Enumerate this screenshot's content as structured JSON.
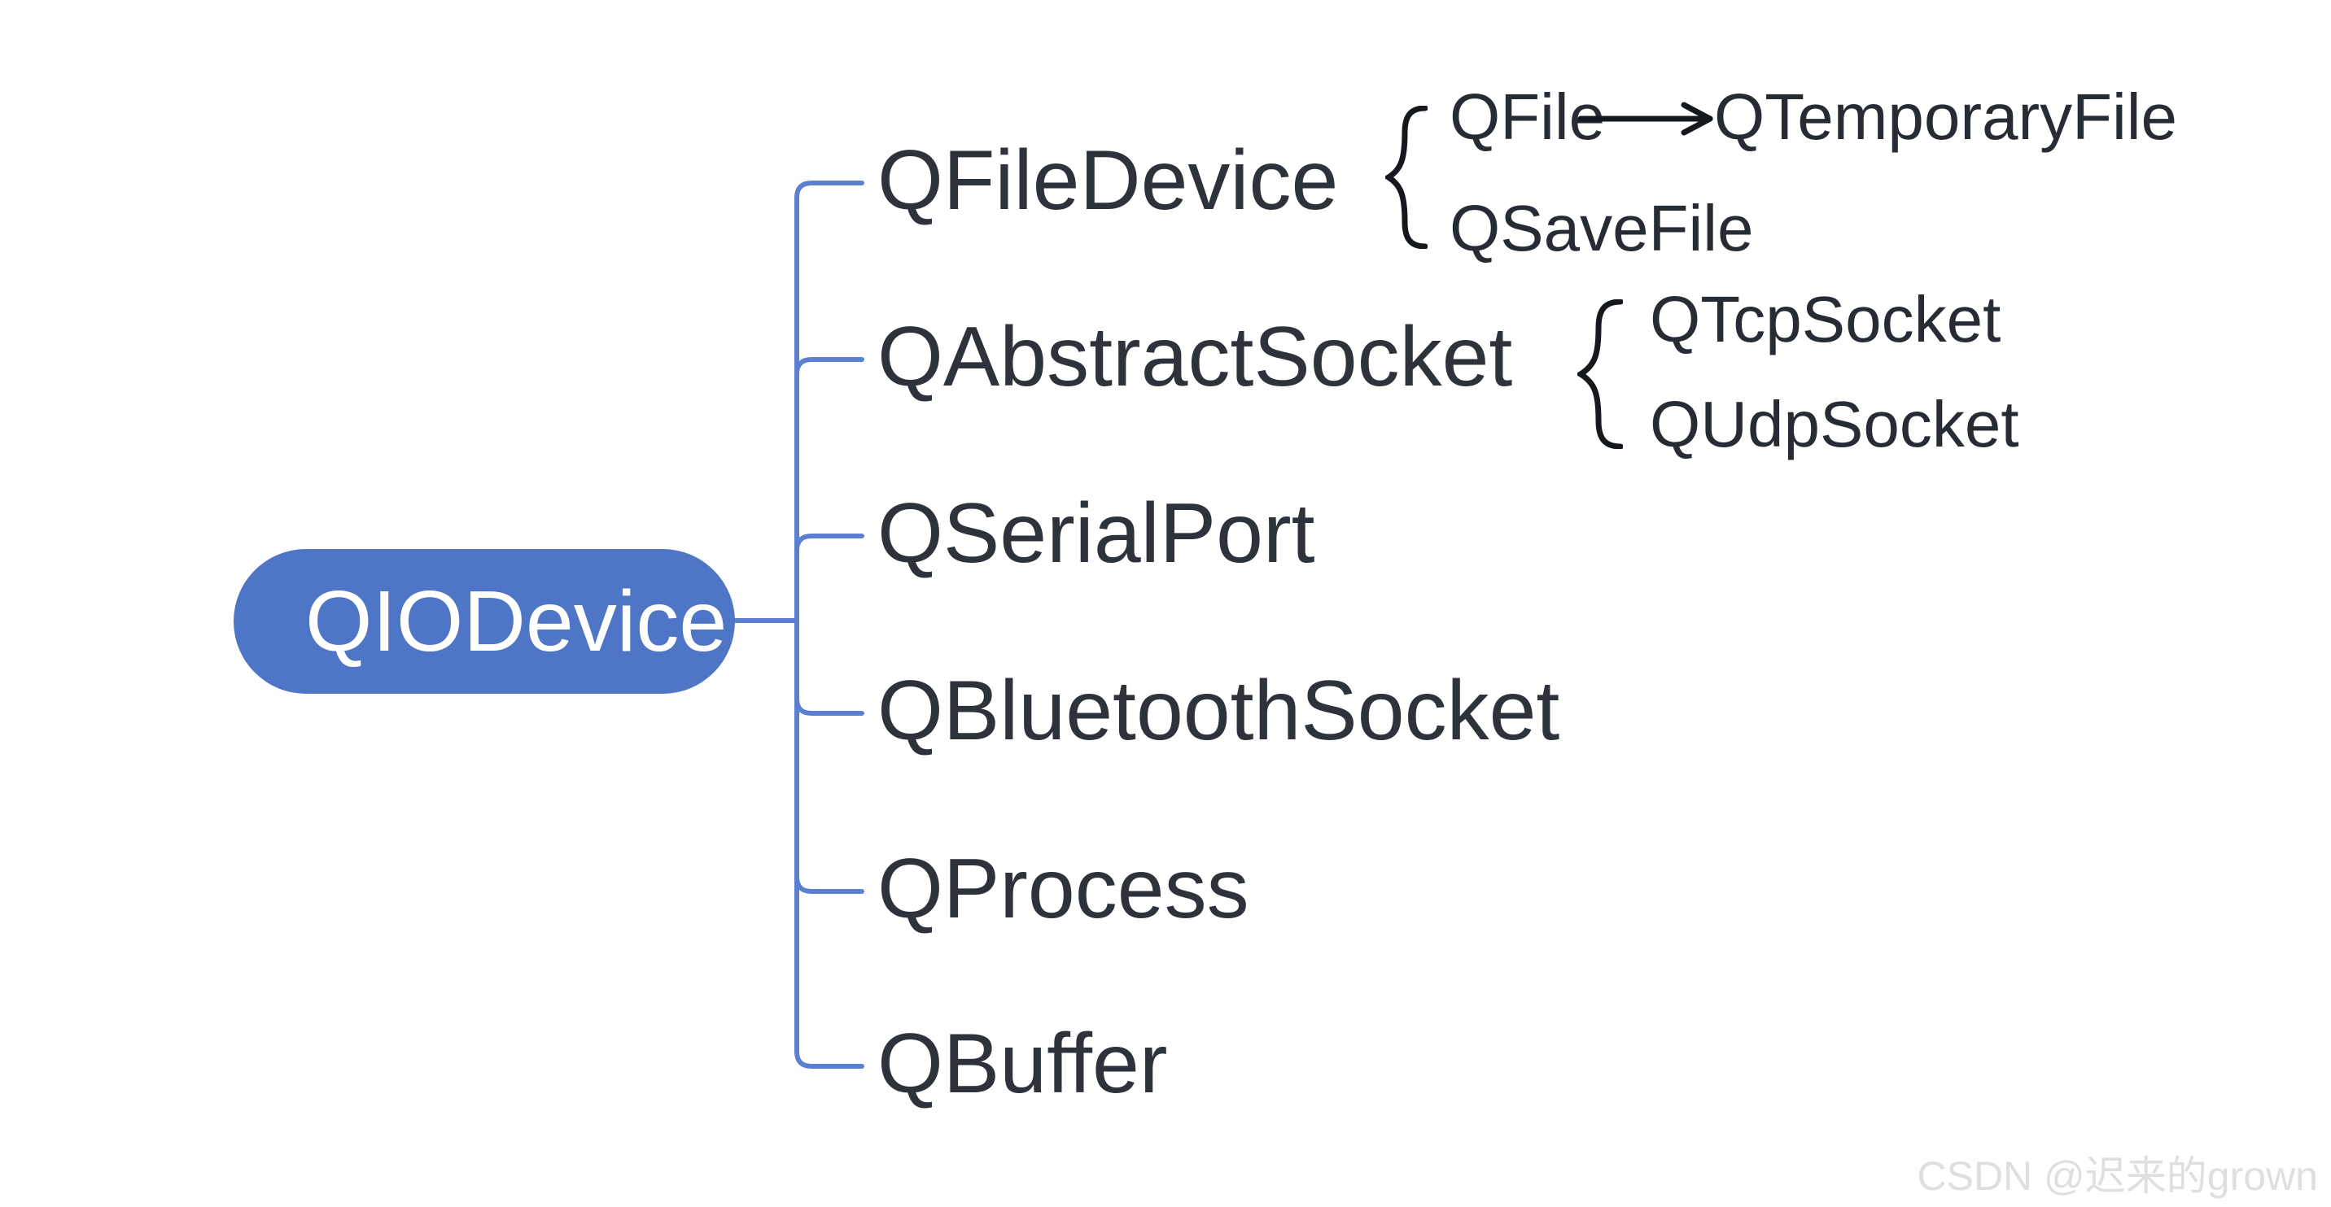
{
  "root": {
    "label": "QIODevice"
  },
  "branches": [
    {
      "label": "QFileDevice"
    },
    {
      "label": "QAbstractSocket"
    },
    {
      "label": "QSerialPort"
    },
    {
      "label": "QBluetoothSocket"
    },
    {
      "label": "QProcess"
    },
    {
      "label": "QBuffer"
    }
  ],
  "qfiledevice_children": {
    "qfile": "QFile",
    "qtemporaryfile": "QTemporaryFile",
    "qsavefile": "QSaveFile"
  },
  "qabstractsocket_children": {
    "qtcpsocket": "QTcpSocket",
    "qudpsocket": "QUdpSocket"
  },
  "watermark": {
    "text": "CSDN @迟来的grown"
  },
  "colors": {
    "node_fill": "#4f76c6",
    "connector_blue": "#5b80d1",
    "branch_text": "#2d323b",
    "child_text": "#272c34",
    "brace_and_arrow": "#15181d",
    "watermark_gray": "#dfdfdf",
    "background": "#ffffff"
  }
}
